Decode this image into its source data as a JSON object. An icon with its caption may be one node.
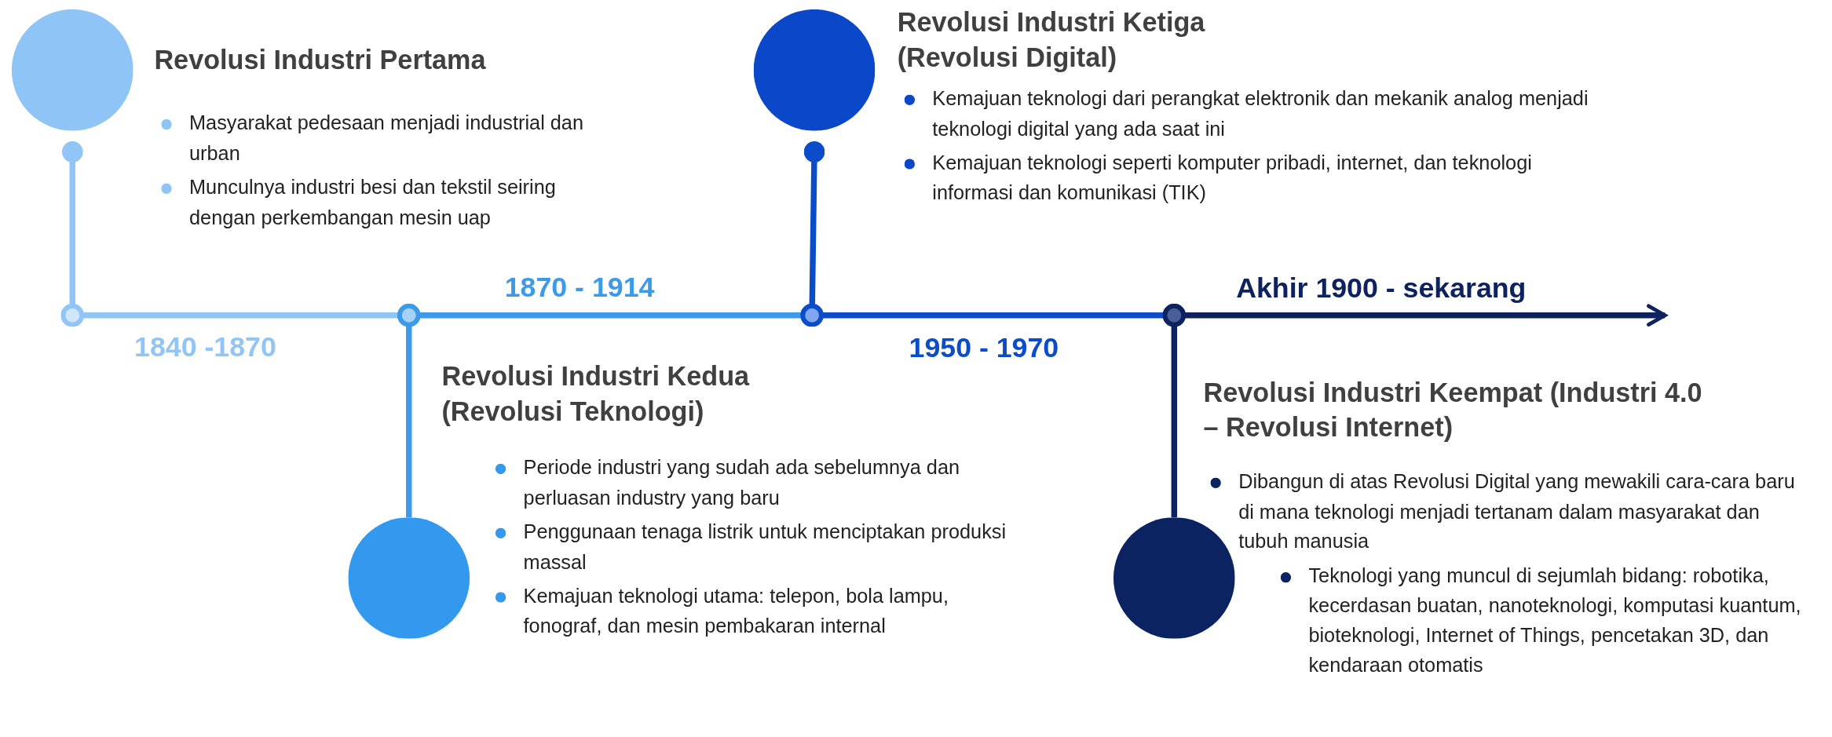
{
  "diagram": {
    "nodes": [
      {
        "text": [],
        "shape": "circle",
        "beside": [
          "Revolusi Industri Pertama",
          "Masyarakat pedesaan menjadi industrial dan urban",
          "Munculnya industri besi dan tekstil seiring dengan perkembangan mesin uap"
        ]
      },
      {
        "text": [],
        "shape": "circle",
        "beside": [
          "Revolusi Industri Kedua (Revolusi Teknologi)",
          "Periode industri yang sudah ada sebelumnya dan perluasan industry yang baru",
          "Penggunaan tenaga listrik untuk menciptakan produksi massal",
          "Kemajuan teknologi utama: telepon, bola lampu, fonograf, dan mesin pembakaran internal"
        ]
      },
      {
        "text": [],
        "shape": "circle",
        "beside": [
          "Revolusi Industri Ketiga (Revolusi Digital)",
          "Kemajuan teknologi dari perangkat elektronik dan mekanik analog menjadi teknologi digital yang ada saat ini",
          "Kemajuan teknologi seperti komputer pribadi, internet, dan teknologi informasi dan komunikasi (TIK)"
        ]
      },
      {
        "text": [],
        "shape": "circle",
        "beside": [
          "Revolusi Industri Keempat (Industri 4.0 – Revolusi Internet)",
          "Dibangun di atas Revolusi Digital yang mewakili cara-cara baru di mana teknologi menjadi tertanam dalam masyarakat dan tubuh manusia",
          "Teknologi yang muncul di sejumlah bidang: robotika, kecerdasan buatan, nanoteknologi, komputasi kuantum, bioteknologi, Internet of Things, pencetakan 3D, dan kendaraan otomatis"
        ]
      },
      {
        "text": [],
        "shape": "circle"
      },
      {
        "text": [],
        "shape": "circle"
      },
      {
        "text": [],
        "shape": "circle"
      },
      {
        "text": [],
        "shape": "circle"
      }
    ],
    "edges": [
      {
        "from": 0,
        "to": 4,
        "arrow": "other",
        "color": "#92c5f7"
      },
      {
        "from": 4,
        "to": 5,
        "arrow": "none",
        "label": "1840 -1870",
        "color": "#92c5f7"
      },
      {
        "from": 5,
        "to": 1,
        "arrow": "none",
        "color": "#3c9ae8"
      },
      {
        "from": 5,
        "to": 6,
        "arrow": "none",
        "label": "1870 - 1914",
        "color": "#3c9ae8"
      },
      {
        "from": 2,
        "to": 6,
        "arrow": "other",
        "color": "#0b4cc9"
      },
      {
        "from": 6,
        "to": 7,
        "arrow": "none",
        "label": "1950 - 1970",
        "color": "#0b4cc9"
      },
      {
        "from": 7,
        "to": 3,
        "arrow": "none",
        "color": "#0e2260"
      },
      {
        "from": 7,
        "to": null,
        "arrow": "to",
        "label": "Akhir 1900 - sekarang",
        "color": "#0e2260"
      }
    ]
  }
}
